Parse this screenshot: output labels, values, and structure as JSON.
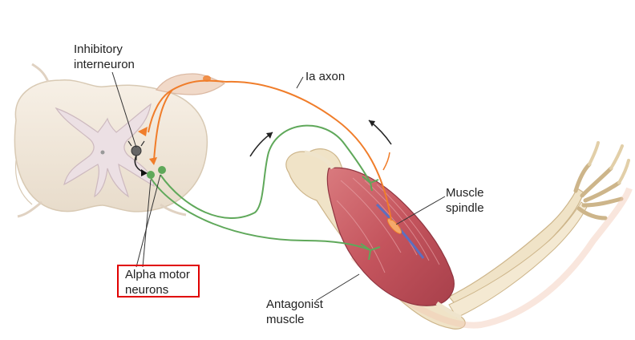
{
  "labels": {
    "inhibitory_interneuron": [
      "Inhibitory",
      "interneuron"
    ],
    "ia_axon": "Ia axon",
    "muscle_spindle": [
      "Muscle",
      "spindle"
    ],
    "alpha_motor_neurons": [
      "Alpha motor",
      "neurons"
    ],
    "antagonist_muscle": [
      "Antagonist",
      "muscle"
    ]
  },
  "colors": {
    "sensory_pathway": "#f07d2a",
    "motor_pathway": "#5fa85a",
    "inhibitory_neuron": "#555555",
    "highlight_box": "#e00000",
    "muscle": "#c85a62",
    "bone": "#efe4cc",
    "spinal_cord": "#f3ebe0",
    "spindle": "#5c6fc0"
  },
  "icons": [
    "spinal-cord-cross-section",
    "dorsal-root-ganglion",
    "arm-skeleton",
    "biceps-muscle",
    "flow-arrow"
  ]
}
